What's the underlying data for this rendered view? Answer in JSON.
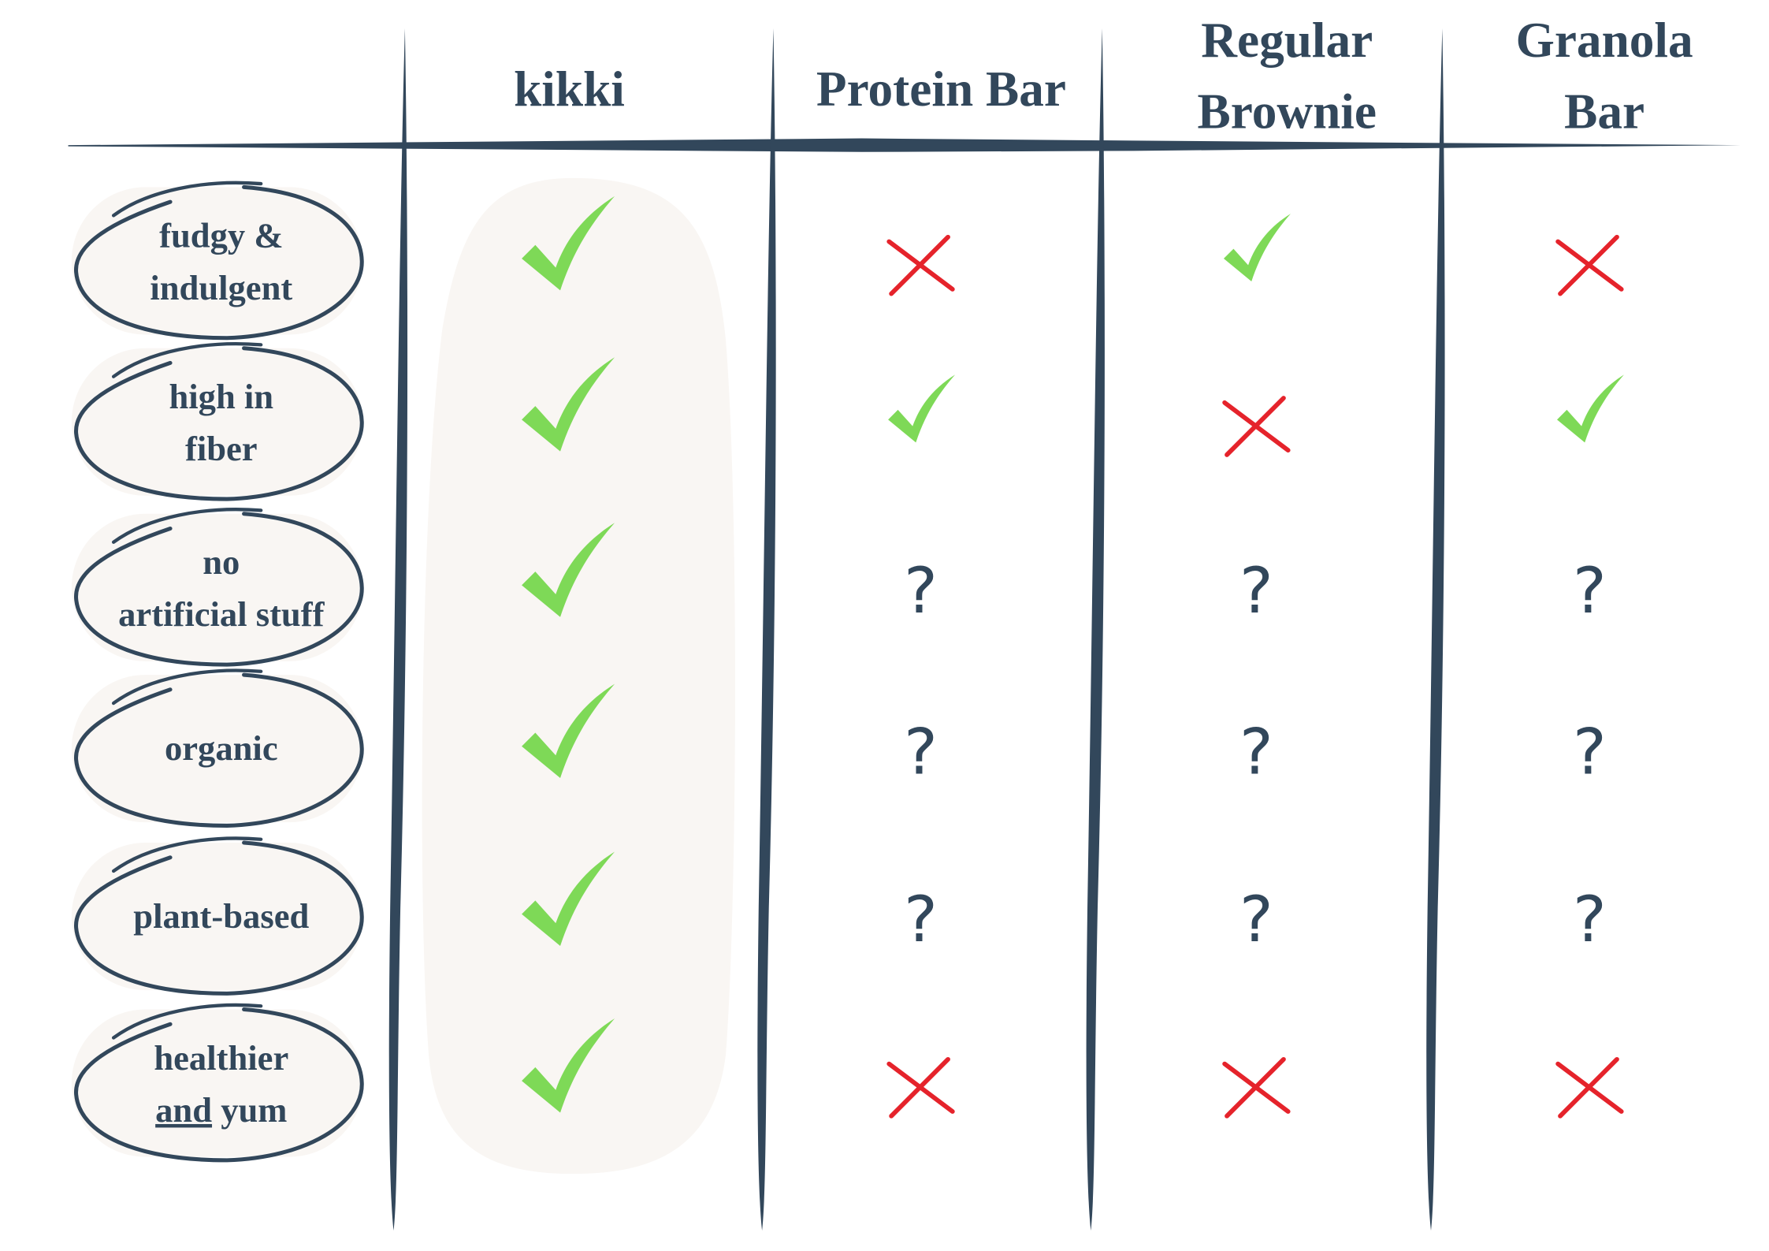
{
  "colors": {
    "ink": "#32475b",
    "check": "#7ed957",
    "cross": "#e5232b",
    "highlight": "#f9f6f3"
  },
  "columns": [
    {
      "id": "kikki",
      "lines": [
        "kikki"
      ]
    },
    {
      "id": "protein-bar",
      "lines": [
        "Protein Bar"
      ]
    },
    {
      "id": "regular-brownie",
      "lines": [
        "Regular",
        "Brownie"
      ]
    },
    {
      "id": "granola-bar",
      "lines": [
        "Granola",
        "Bar"
      ]
    }
  ],
  "rows": [
    {
      "id": "fudgy-indulgent",
      "lines": [
        "fudgy &",
        "indulgent"
      ],
      "values": [
        "check",
        "cross",
        "check",
        "cross"
      ]
    },
    {
      "id": "high-in-fiber",
      "lines": [
        "high in",
        "fiber"
      ],
      "values": [
        "check",
        "check",
        "cross",
        "check"
      ]
    },
    {
      "id": "no-artificial-stuff",
      "lines": [
        "no",
        "artificial stuff"
      ],
      "values": [
        "check",
        "unknown",
        "unknown",
        "unknown"
      ]
    },
    {
      "id": "organic",
      "lines": [
        "organic"
      ],
      "values": [
        "check",
        "unknown",
        "unknown",
        "unknown"
      ]
    },
    {
      "id": "plant-based",
      "lines": [
        "plant-based"
      ],
      "values": [
        "check",
        "unknown",
        "unknown",
        "unknown"
      ]
    },
    {
      "id": "healthier-and-yum",
      "lines": [
        "healthier",
        "and yum"
      ],
      "underline_word": "and",
      "values": [
        "check",
        "cross",
        "cross",
        "cross"
      ]
    }
  ],
  "unknown_symbol": "?"
}
